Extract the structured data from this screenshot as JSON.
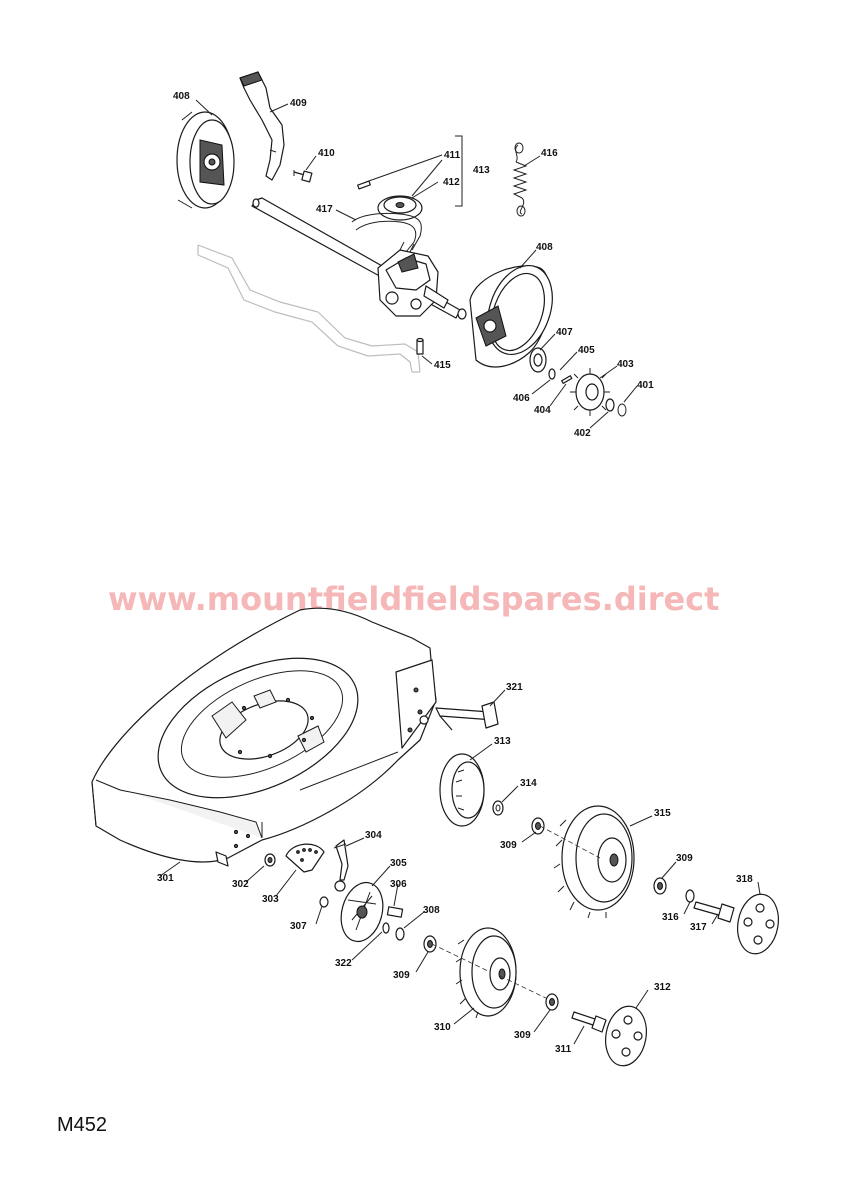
{
  "watermark": "www.mountfieldfieldspares.direct",
  "diagram_code": "M452",
  "colors": {
    "watermark": "#f5b7b7",
    "line": "#1a1a1a",
    "ghost": "#bdbdbd"
  },
  "labels": {
    "401": "401",
    "402": "402",
    "403": "403",
    "404": "404",
    "405": "405",
    "406": "406",
    "407": "407",
    "408a": "408",
    "408b": "408",
    "409": "409",
    "410": "410",
    "411": "411",
    "412": "412",
    "413": "413",
    "415": "415",
    "416": "416",
    "417": "417",
    "301": "301",
    "302": "302",
    "303": "303",
    "304": "304",
    "305": "305",
    "306": "306",
    "307": "307",
    "308": "308",
    "309a": "309",
    "309b": "309",
    "309c": "309",
    "309d": "309",
    "310": "310",
    "311": "311",
    "312": "312",
    "313": "313",
    "314": "314",
    "315": "315",
    "316": "316",
    "317": "317",
    "318": "318",
    "321": "321",
    "322": "322"
  }
}
